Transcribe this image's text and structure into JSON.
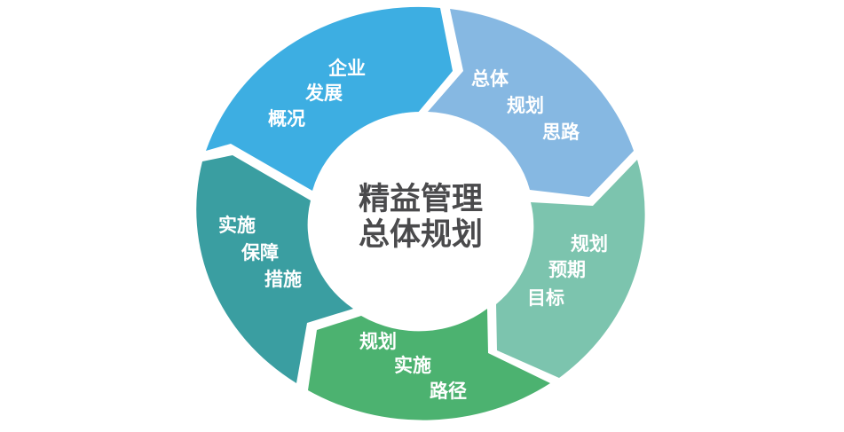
{
  "center": {
    "line1": "精益管理",
    "line2": "总体规划"
  },
  "segments": [
    {
      "id": "enterprise-overview",
      "color": "#3daee2",
      "lines": [
        "企业",
        "发展",
        "概况"
      ]
    },
    {
      "id": "overall-planning-idea",
      "color": "#86b8e2",
      "lines": [
        "总体",
        "规划",
        "思路"
      ]
    },
    {
      "id": "planning-goals",
      "color": "#7cc4ae",
      "lines": [
        "规划",
        "预期",
        "目标"
      ]
    },
    {
      "id": "implementation-path",
      "color": "#4cb270",
      "lines": [
        "规划",
        "实施",
        "路径"
      ]
    },
    {
      "id": "implementation-safeguards",
      "color": "#3a9ea1",
      "lines": [
        "实施",
        "保障",
        "措施"
      ]
    }
  ],
  "colors": {
    "center_fill": "#ffffff",
    "center_text": "#4a4a4c",
    "segment_text": "#ffffff",
    "gap": "#ffffff"
  }
}
